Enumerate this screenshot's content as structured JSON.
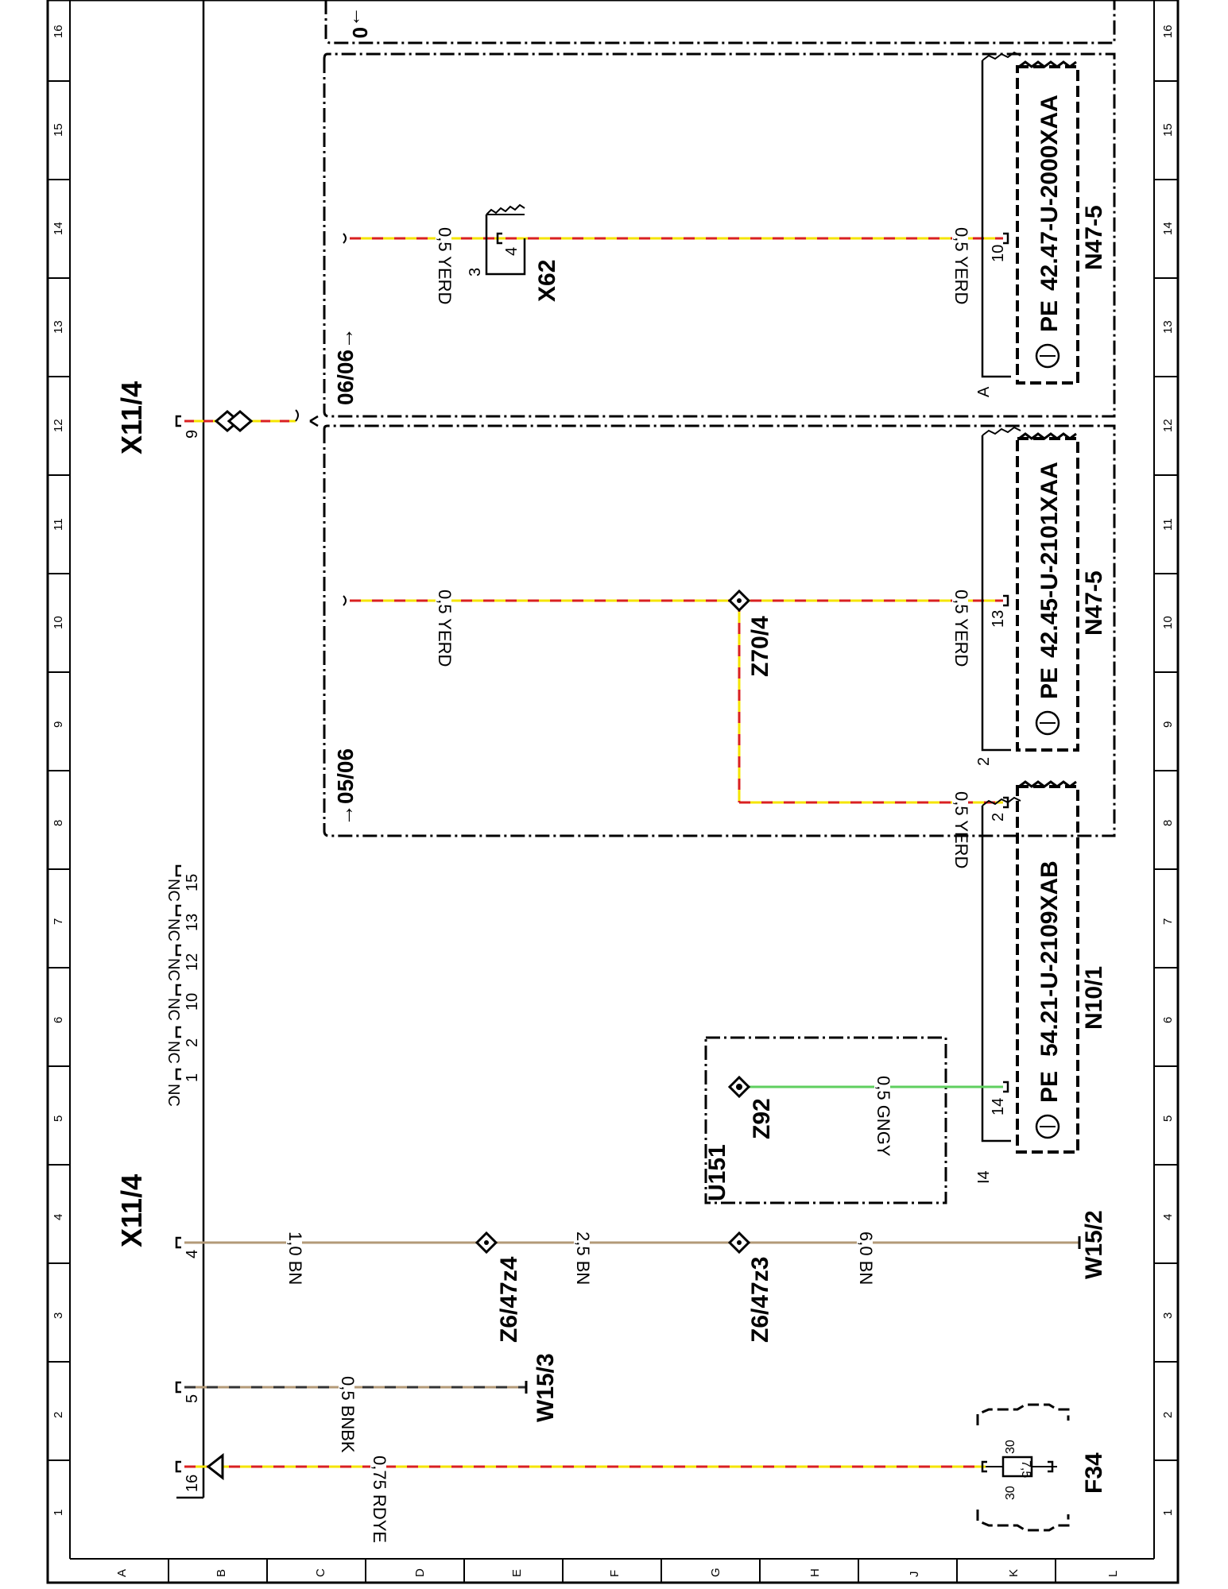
{
  "page": {
    "background": "#ffffff"
  },
  "colors": {
    "red": "#d92020",
    "yellow": "#f5e400",
    "brown": "#b39a78",
    "green": "#5fcf5f",
    "black": "#000000"
  },
  "grid": {
    "columns": [
      "1",
      "2",
      "3",
      "4",
      "5",
      "6",
      "7",
      "8",
      "9",
      "10",
      "11",
      "12",
      "13",
      "14",
      "15",
      "16"
    ],
    "rows": [
      "A",
      "B",
      "C",
      "D",
      "E",
      "F",
      "G",
      "H",
      "J",
      "K",
      "L"
    ]
  },
  "connectors": {
    "x11_4_upper": "X11/4",
    "x11_4_lower": "X11/4",
    "x62": "X62",
    "w15_3": "W15/3",
    "w15_2": "W15/2",
    "f34": "F34"
  },
  "splices": {
    "z70_4": "Z70/4",
    "z6_47z4": "Z6/47z4",
    "z6_47z3": "Z6/47z3",
    "z92": "Z92"
  },
  "modules": {
    "u151": "U151",
    "n47_5_top": {
      "ref": "N47-5",
      "code": "42.47-U-2000XAA",
      "pe": "PE"
    },
    "n47_5_mid": {
      "ref": "N47-5",
      "code": "42.45-U-2101XAA",
      "pe": "PE"
    },
    "n10_1": {
      "ref": "N10/1",
      "code": "54.21-U-2109XAB",
      "pe": "PE"
    }
  },
  "variant_marks": {
    "v0606": "06/06→",
    "v0506": "→05/06",
    "top_partial": "→0"
  },
  "wires": {
    "yerd_a": "0,5 YERD",
    "yerd_b": "0,5 YERD",
    "yerd_c": "0,5 YERD",
    "yerd_d": "0,5 YERD",
    "yerd_e": "0,5 YERD",
    "rdye": "0,75 RDYE",
    "bnbk": "0,5 BNBK",
    "bn10": "1,0 BN",
    "bn25": "2,5 BN",
    "bn60": "6,0 BN",
    "gngy": "0,5 GNGY"
  },
  "pins": {
    "x11_9": "9",
    "x11_4": "4",
    "x11_5": "5",
    "x11_16": "16",
    "nc_pins": [
      "1",
      "2",
      "10",
      "12",
      "13",
      "15"
    ],
    "nc_label": "NC",
    "x62_3": "3",
    "x62_4": "4",
    "n47_top_10": "10",
    "n47_top_a": "A",
    "n47_mid_13": "13",
    "n47_mid_2": "2",
    "n10_2": "2",
    "n10_14": "14",
    "n10_i4": "I4",
    "f34_30a": "30",
    "f34_30b": "30",
    "f34_75": "7,5"
  }
}
